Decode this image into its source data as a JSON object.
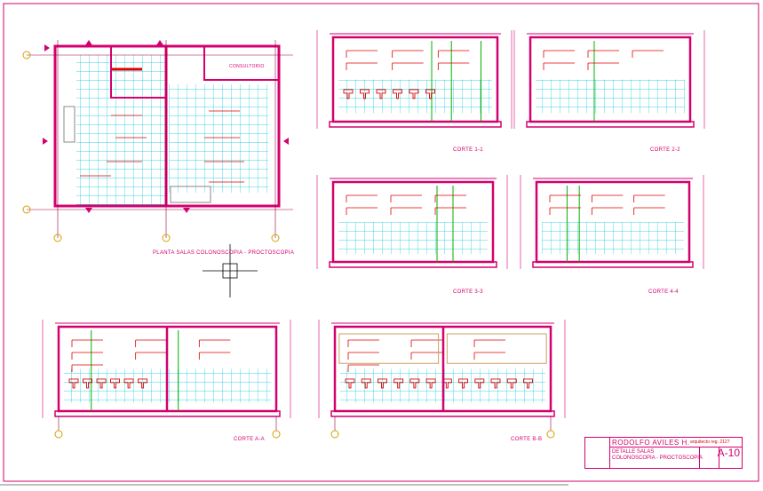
{
  "drawing": {
    "plan_title": "PLANTA SALAS COLONOSCOPIA - PROCTOSCOPIA",
    "plan_room_label": "CONSULTORIO",
    "section_labels": [
      "CORTE 1-1",
      "CORTE 2-2",
      "CORTE 3-3",
      "CORTE 4-4",
      "CORTE A-A",
      "CORTE B-B"
    ]
  },
  "title_block": {
    "author": "RODOLFO AVILES H.",
    "author_note": "arquitecto reg. 2127",
    "detail_line1": "DETALLE SALAS",
    "detail_line2": "COLONOSCOPIA - PROCTOSCOPIA",
    "sheet_number": "A-10"
  },
  "colors": {
    "wall": "#d4006f",
    "tile": "#00c8d8",
    "annotation": "#e00000",
    "fixture": "#00b000",
    "dimension": "#d4006f",
    "axis": "#a00040"
  }
}
